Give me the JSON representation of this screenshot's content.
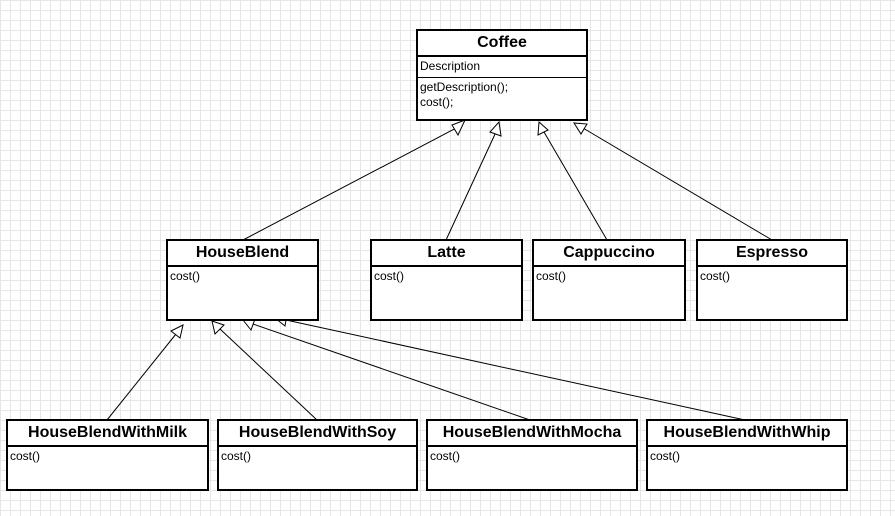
{
  "classes": {
    "coffee": {
      "name": "Coffee",
      "attributes": [
        "Description"
      ],
      "methods": [
        "getDescription();",
        "cost();"
      ]
    },
    "houseblend": {
      "name": "HouseBlend",
      "methods": [
        "cost()"
      ]
    },
    "latte": {
      "name": "Latte",
      "methods": [
        "cost()"
      ]
    },
    "cappuccino": {
      "name": "Cappuccino",
      "methods": [
        "cost()"
      ]
    },
    "espresso": {
      "name": "Espresso",
      "methods": [
        "cost()"
      ]
    },
    "withmilk": {
      "name": "HouseBlendWithMilk",
      "methods": [
        "cost()"
      ]
    },
    "withsoy": {
      "name": "HouseBlendWithSoy",
      "methods": [
        "cost()"
      ]
    },
    "withmocha": {
      "name": "HouseBlendWithMocha",
      "methods": [
        "cost()"
      ]
    },
    "withwhip": {
      "name": "HouseBlendWithWhip",
      "methods": [
        "cost()"
      ]
    }
  },
  "relations": [
    {
      "type": "inheritance",
      "child": "houseblend",
      "parent": "coffee"
    },
    {
      "type": "inheritance",
      "child": "latte",
      "parent": "coffee"
    },
    {
      "type": "inheritance",
      "child": "cappuccino",
      "parent": "coffee"
    },
    {
      "type": "inheritance",
      "child": "espresso",
      "parent": "coffee"
    },
    {
      "type": "inheritance",
      "child": "withmilk",
      "parent": "houseblend"
    },
    {
      "type": "inheritance",
      "child": "withsoy",
      "parent": "houseblend"
    },
    {
      "type": "inheritance",
      "child": "withmocha",
      "parent": "houseblend"
    },
    {
      "type": "inheritance",
      "child": "withwhip",
      "parent": "houseblend"
    }
  ]
}
